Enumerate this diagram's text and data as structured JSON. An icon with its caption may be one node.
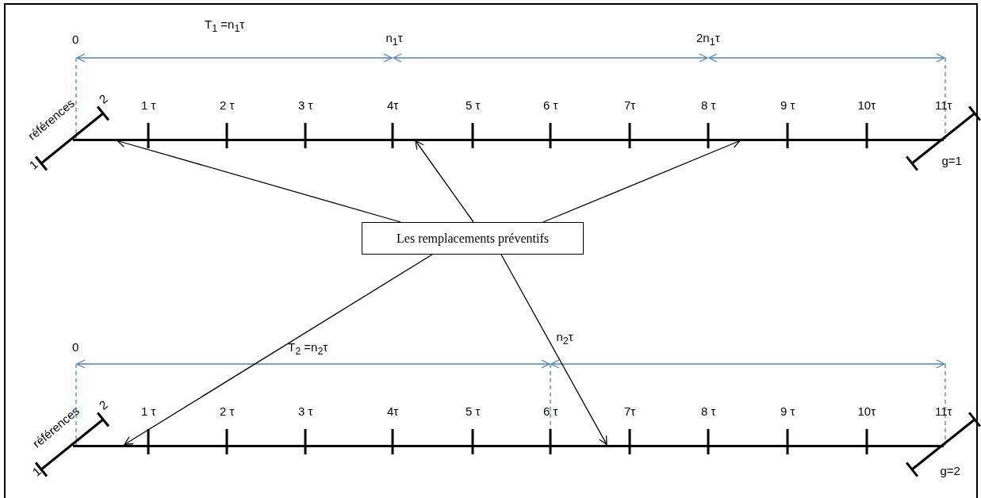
{
  "diagram": {
    "nodes": [
      {
        "text": [
          "Les remplacements préventifs"
        ]
      },
      {
        "text": [],
        "shape": "bar"
      },
      {
        "text": [],
        "shape": "bar"
      }
    ],
    "edges": [
      {
        "from": 0,
        "to": 1,
        "arrow": "to"
      },
      {
        "from": 0,
        "to": 1,
        "arrow": "to"
      },
      {
        "from": 0,
        "to": 1,
        "arrow": "to"
      },
      {
        "from": 0,
        "to": 2,
        "arrow": "to"
      },
      {
        "from": 0,
        "to": 2,
        "arrow": "to"
      }
    ],
    "labels": [
      "T$_{1}$ =n$_{1}$τ",
      "0",
      "n$_{1}$τ",
      "2n$_{1}$τ",
      "références",
      "2",
      "1 τ",
      "2 τ",
      "3 τ",
      "4τ",
      "5 τ",
      "6 τ",
      "7τ",
      "8 τ",
      "9 τ",
      "10τ",
      "11τ",
      "1",
      "g=1",
      "0",
      "T$_{2}$ =n$_{2}$τ",
      "n$_{2}$τ",
      "références",
      "2",
      "1 τ",
      "2 τ",
      "3 τ",
      "4τ",
      "5 τ",
      "6 τ",
      "7τ",
      "8 τ",
      "9 τ",
      "10τ",
      "11τ",
      "1",
      "g=2"
    ]
  }
}
